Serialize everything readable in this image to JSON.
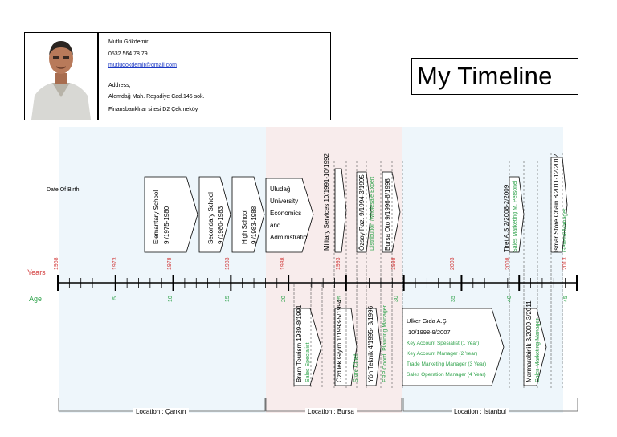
{
  "contact": {
    "name": "Mutlu Gökdemir",
    "phone": "0532 564 78 79",
    "email": "mutlugokdemir@gmail.com",
    "address_label": "Address;",
    "address_line1": "Alemdağ Mah. Reşadiye Cad.145 sok.",
    "address_line2": "Finansbanklılar sitesi D2 Çekmeköy"
  },
  "title": "My Timeline",
  "axis": {
    "years_label": "Years",
    "age_label": "Age",
    "years": [
      "1968",
      "1973",
      "1978",
      "1983",
      "1988",
      "1993",
      "1998",
      "2003",
      "2008",
      "2013"
    ],
    "ages": [
      "5",
      "10",
      "15",
      "20",
      "25",
      "30",
      "35",
      "40",
      "45"
    ]
  },
  "birth": {
    "label": "Date Of Birth",
    "sub": ""
  },
  "education": {
    "elementary": {
      "line1": "Elemantary School",
      "line2": "9 /1975-1980"
    },
    "secondary": {
      "line1": "Secondary School",
      "line2": "9 /1980-1983"
    },
    "high": {
      "line1": "High  School",
      "line2": "9 /1983-1988"
    },
    "university": [
      "Uludağ",
      "University",
      "Economics",
      "and",
      "Administratio"
    ]
  },
  "events_top": {
    "military": "Military Services  10/1991-10/1992",
    "ozsoy_1": "Özsoy Paz.  9/1994-3/1995",
    "ozsoy_2": "Distribution /wholesale Expert",
    "bursa_oto_1": "Bursa Oto  9/1996-8/1998",
    "bursa_oto_2": "",
    "tiret_1": "Tiret A.Ş  2/2008-2/2009",
    "tiret_2": "Sales Marketing  M. Personel",
    "ismar_1": "Ismar Store Chain  8/2011-12/2012",
    "ismar_2": "General Manager"
  },
  "events_bottom": {
    "bram_1": "Bram Tourism  1989-8/1991",
    "bram_2": "Sales Specialist",
    "ozdilek_1": "Özdilek  Giyim 1/1993-5/1994",
    "ozdilek_2": "Store Chief",
    "yon_1": "Yön Teknik 4/1995- 8/1996",
    "yon_2": "ERP Coord. Planning Manager",
    "ulker_company": "Ulker Gıda A.Ş",
    "ulker_period": "10/1998-9/2007",
    "ulker_roles": [
      "Key Account Spesialist (1 Year)",
      "Key Account Manager (2 Year)",
      "Trade Marketing Manager (3 Year)",
      "Sales Operation Manager (4 Year)"
    ],
    "marmara_1": "Marmarabirlik 3/2009-3/2011",
    "marmara_2": "Sales Marketing Manager"
  },
  "locations": [
    "Location : Çankırı",
    "Location : Bursa",
    "Location : İstanbul"
  ],
  "colors": {
    "zone_blue": "#eef6fb",
    "zone_pink": "#f8ecec",
    "year_red": "#d23b3b",
    "age_green": "#2ea24a",
    "link_blue": "#1a37c4"
  }
}
